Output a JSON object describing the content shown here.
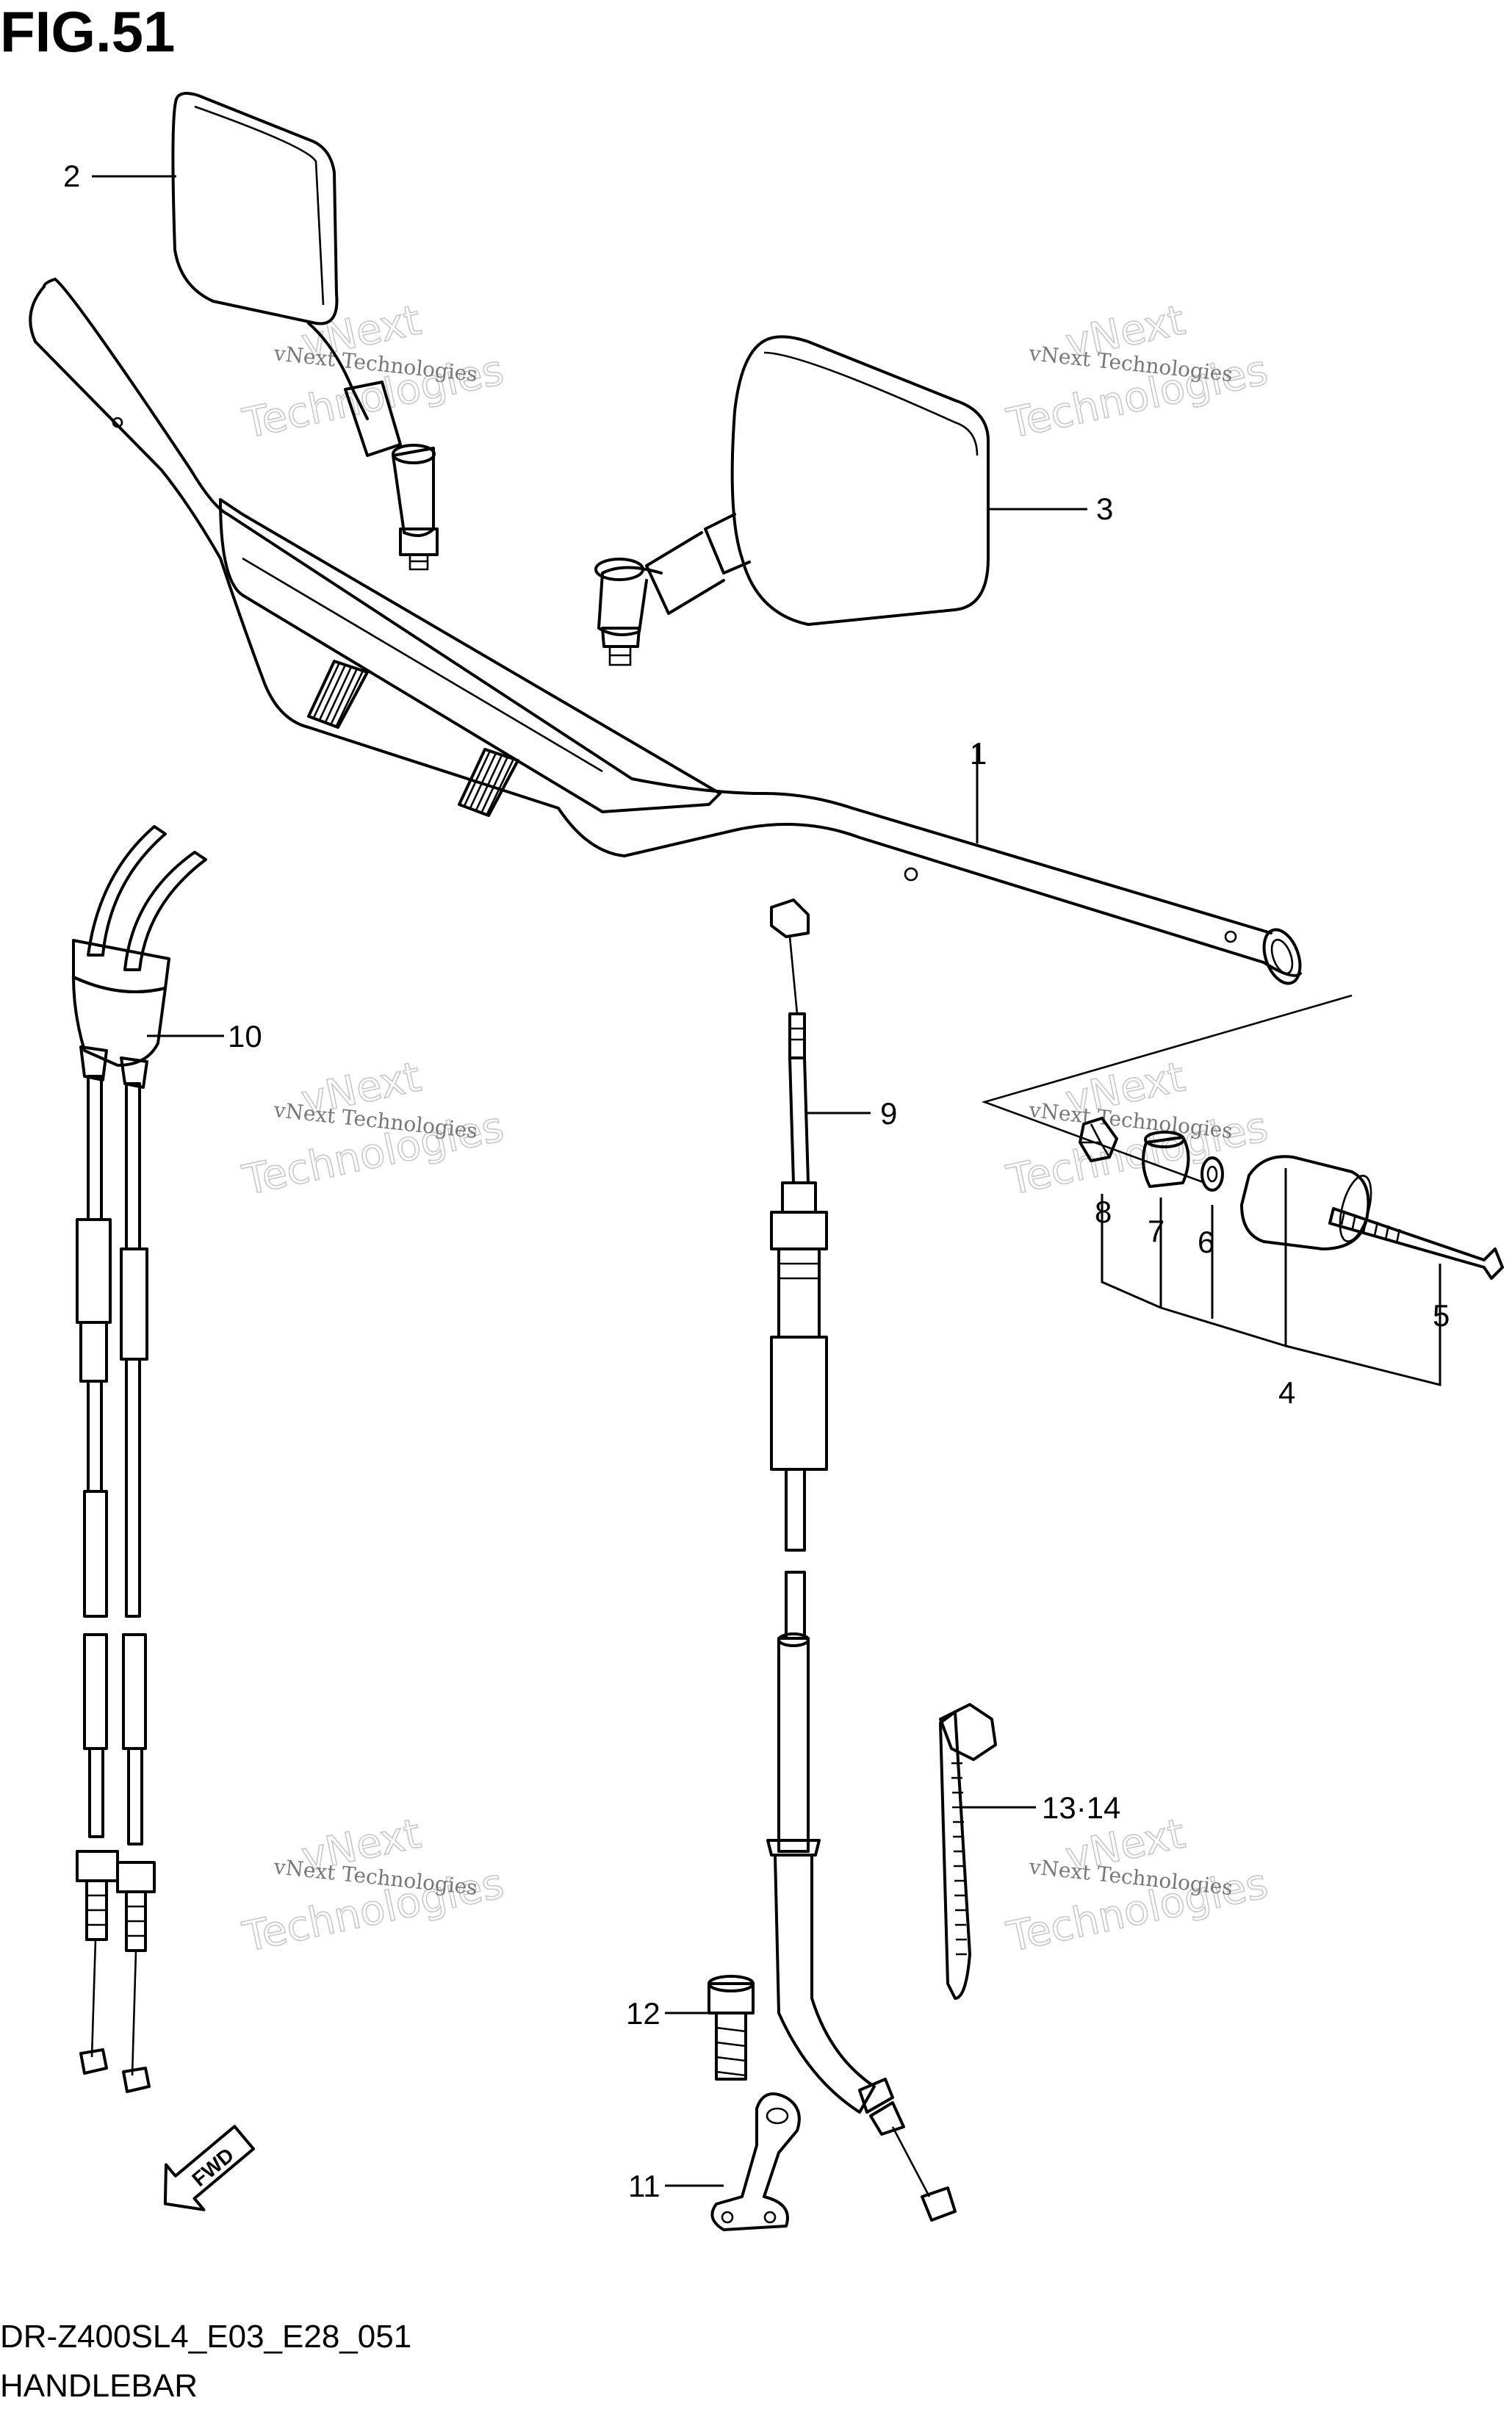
{
  "figure": {
    "title": "FIG.51",
    "model_code": "DR-Z400SL4_E03_E28_051",
    "section_name": "HANDLEBAR"
  },
  "callouts": [
    {
      "id": "1",
      "label": "1",
      "part": "handlebar"
    },
    {
      "id": "2",
      "label": "2",
      "part": "mirror-left"
    },
    {
      "id": "3",
      "label": "3",
      "part": "mirror-right"
    },
    {
      "id": "4",
      "label": "4",
      "part": "balancer-set"
    },
    {
      "id": "5",
      "label": "5",
      "part": "balancer-screw"
    },
    {
      "id": "6",
      "label": "6",
      "part": "washer"
    },
    {
      "id": "7",
      "label": "7",
      "part": "spacer"
    },
    {
      "id": "8",
      "label": "8",
      "part": "nut"
    },
    {
      "id": "9",
      "label": "9",
      "part": "clutch-cable"
    },
    {
      "id": "10",
      "label": "10",
      "part": "throttle-cable"
    },
    {
      "id": "11",
      "label": "11",
      "part": "cable-guide"
    },
    {
      "id": "12",
      "label": "12",
      "part": "bolt"
    },
    {
      "id": "13-14",
      "label": "13·14",
      "part": "cable-tie"
    }
  ],
  "direction_marker": {
    "label": "FWD"
  },
  "watermark": {
    "line1": "vNext",
    "line2": "Technologies",
    "caption": "vNext Technologies"
  }
}
